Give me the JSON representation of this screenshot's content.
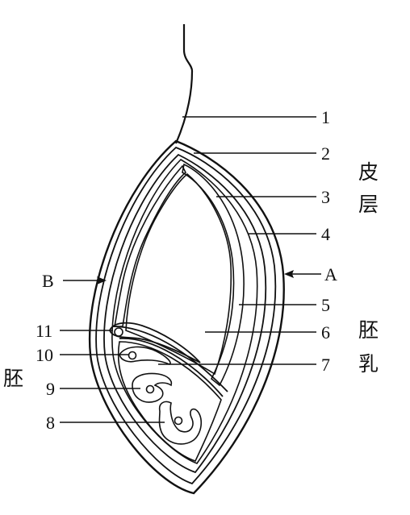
{
  "diagram": {
    "numbered_labels": [
      "1",
      "2",
      "3",
      "4",
      "5",
      "6",
      "7",
      "8",
      "9",
      "10",
      "11"
    ],
    "side_labels": {
      "a": "A",
      "b": "B"
    },
    "region_labels": {
      "pericarp_line1": "皮",
      "pericarp_line2": "层",
      "endosperm_line1": "胚",
      "endosperm_line2": "乳",
      "embryo": "胚"
    },
    "colors": {
      "ink": "#111111",
      "background": "#ffffff"
    }
  }
}
